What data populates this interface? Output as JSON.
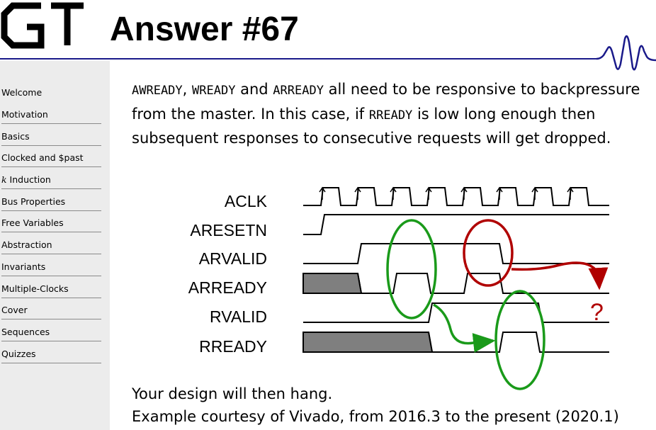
{
  "header": {
    "logo_text": "GT",
    "title": "Answer #67"
  },
  "sidebar": {
    "items": [
      {
        "label": "Welcome"
      },
      {
        "label": "Motivation"
      },
      {
        "label": "Basics"
      },
      {
        "label": "Clocked and $past"
      },
      {
        "label": "k Induction"
      },
      {
        "label": "Bus Properties"
      },
      {
        "label": "Free Variables"
      },
      {
        "label": "Abstraction"
      },
      {
        "label": "Invariants"
      },
      {
        "label": "Multiple-Clocks"
      },
      {
        "label": "Cover"
      },
      {
        "label": "Sequences"
      },
      {
        "label": "Quizzes"
      }
    ]
  },
  "body": {
    "sig1": "AWREADY",
    "sep1": ", ",
    "sig2": "WREADY",
    "and1": " and ",
    "sig3": "ARREADY",
    "text1": " all need to be responsive to backpressure from the master. In this case, if ",
    "sig4": "RREADY",
    "text2": " is low long enough then subsequent responses to consecutive requests will get dropped."
  },
  "diagram": {
    "signals": [
      "ACLK",
      "ARESETN",
      "ARVALID",
      "ARREADY",
      "RVALID",
      "RREADY"
    ],
    "question_mark": "?",
    "colors": {
      "green": "#1a9a1a",
      "red": "#b00000",
      "fill": "#7f7f7f"
    }
  },
  "footer": {
    "line1": "Your design will then hang.",
    "line2": "Example courtesy of Vivado, from 2016.3 to the present (2020.1)"
  }
}
